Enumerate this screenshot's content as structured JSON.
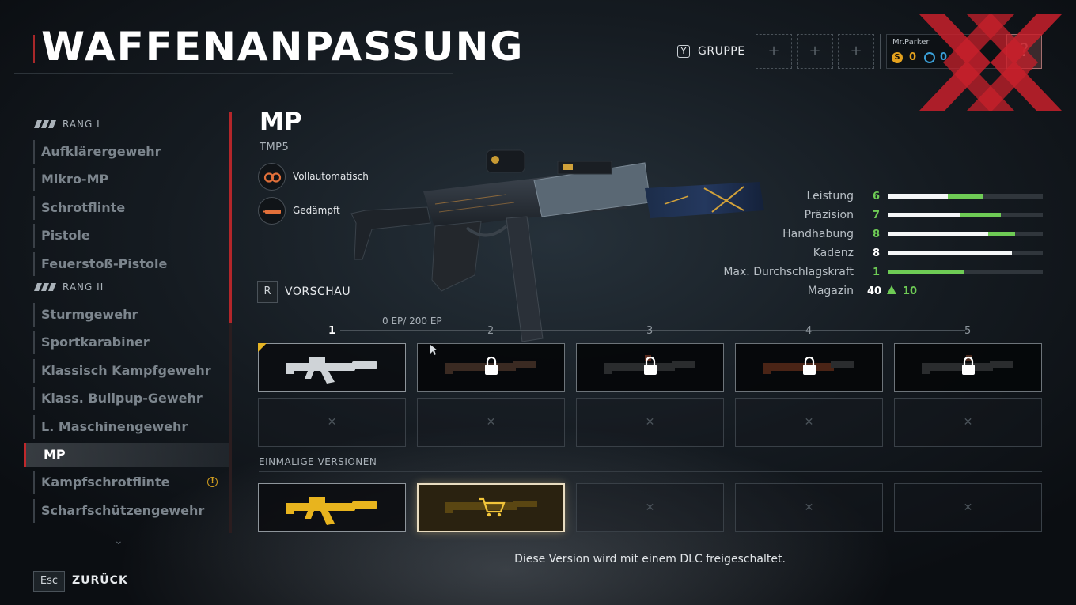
{
  "header": {
    "title": "WAFFENANPASSUNG",
    "group_key": "Y",
    "group_label": "GRUPPE",
    "group_slots": [
      "+",
      "+",
      "+"
    ],
    "player": {
      "name": "Mr.Parker",
      "coins": "0",
      "tokens": "0",
      "avatar_glyph": "?"
    }
  },
  "sidebar": {
    "ranks": [
      {
        "label": "RANG I",
        "items": [
          "Aufklärergewehr",
          "Mikro-MP",
          "Schrotflinte",
          "Pistole",
          "Feuerstoß-Pistole"
        ]
      },
      {
        "label": "RANG II",
        "items": [
          "Sturmgewehr",
          "Sportkarabiner",
          "Klassisch Kampfgewehr",
          "Klass. Bullpup-Gewehr",
          "L. Maschinengewehr",
          "MP",
          "Kampfschrotflinte",
          "Scharfschützengewehr"
        ]
      }
    ],
    "active_item": "MP",
    "alert_item": "Kampfschrotflinte",
    "alert_glyph": "!",
    "more_glyph": "⌄"
  },
  "footer": {
    "back_key": "Esc",
    "back_label": "ZURÜCK"
  },
  "weapon": {
    "name": "MP",
    "model": "TMP5",
    "traits": [
      {
        "label": "Vollautomatisch",
        "icon": "full-auto-icon"
      },
      {
        "label": "Gedämpft",
        "icon": "suppressed-icon"
      }
    ],
    "preview_key": "R",
    "preview_label": "VORSCHAU"
  },
  "stats": [
    {
      "label": "Leistung",
      "value": "6",
      "base": 0.39,
      "bonus": 0.61,
      "boosted": true
    },
    {
      "label": "Präzision",
      "value": "7",
      "base": 0.47,
      "bonus": 0.73,
      "boosted": true
    },
    {
      "label": "Handhabung",
      "value": "8",
      "base": 0.65,
      "bonus": 0.82,
      "boosted": true
    },
    {
      "label": "Kadenz",
      "value": "8",
      "base": 0.8,
      "bonus": 0.8,
      "boosted": false
    },
    {
      "label": "Max. Durchschlagskraft",
      "value": "1",
      "base": 0.0,
      "bonus": 0.49,
      "boosted": true
    }
  ],
  "magazine": {
    "label": "Magazin",
    "base": "40",
    "bonus": "10"
  },
  "progression": {
    "levels": [
      "1",
      "2",
      "3",
      "4",
      "5"
    ],
    "current_level": "1",
    "xp_text": "0 EP/ 200 EP"
  },
  "one_off": {
    "label": "EINMALIGE VERSIONEN",
    "notice": "Diese Version wird mit einem DLC freigeschaltet."
  },
  "colors": {
    "accent_red": "#c0282b",
    "stat_green": "#6ecb55",
    "gold": "#e5b424",
    "coin": "#e5a21e",
    "token": "#3aa0d8"
  },
  "watermark_glyph": "XX"
}
